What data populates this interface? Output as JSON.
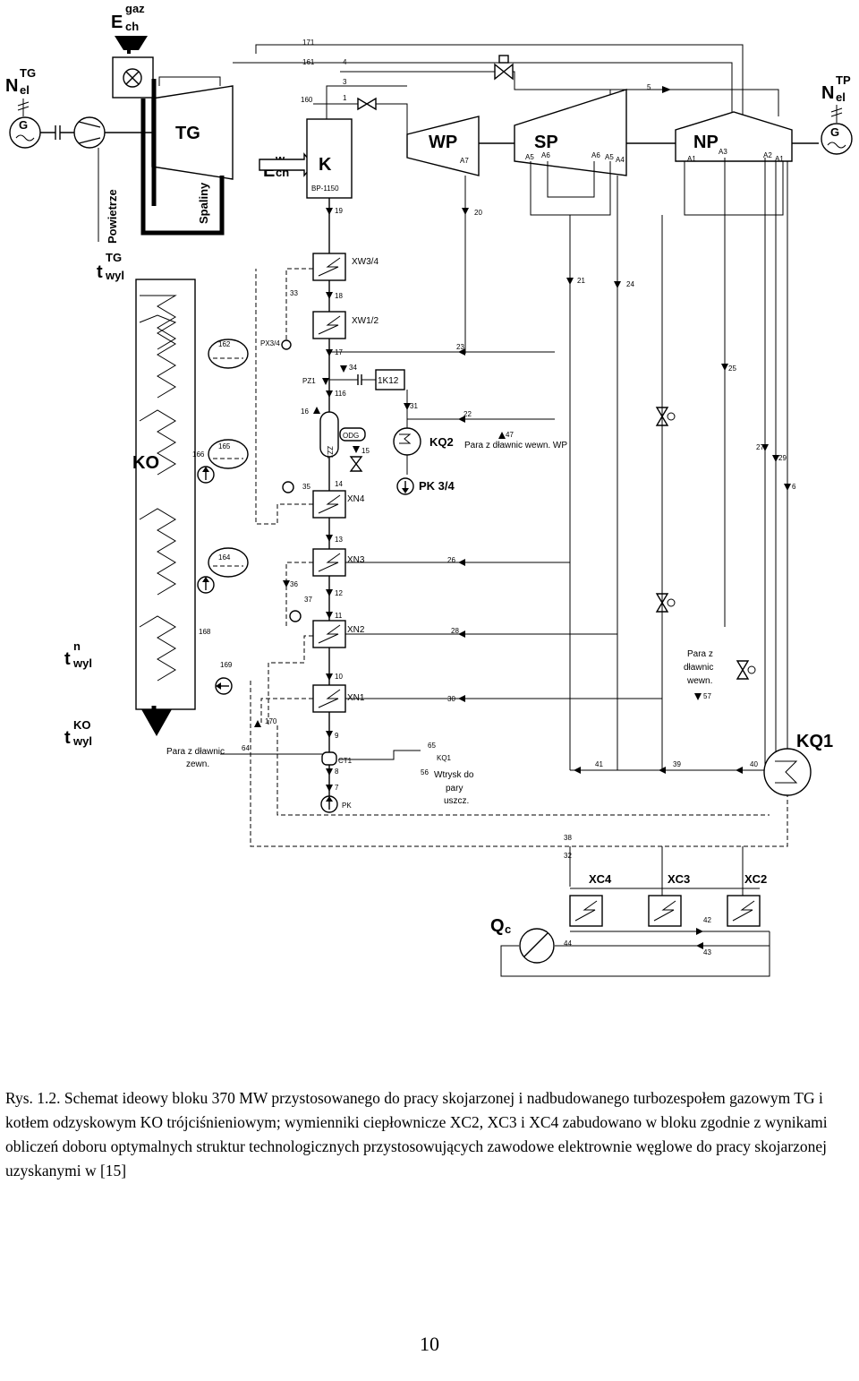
{
  "diagram": {
    "units": {
      "gas_turbine": "TG",
      "hp_turbine": "WP",
      "ip_turbine": "SP",
      "lp_turbine": "NP",
      "boiler": "K",
      "boiler_type": "BP-1150",
      "recovery_boiler": "KO",
      "generator": "G",
      "condenser_kq1": "KQ1",
      "condenser_kq2": "KQ2",
      "condenser_kq1_small": "KQ1"
    },
    "side_labels": {
      "air": "Powietrze",
      "flue_gas": "Spaliny"
    },
    "symbols": {
      "e_gaz_main": "E",
      "e_gaz_sub": "ch",
      "e_gaz_sup": "gaz",
      "e_w_main": "E",
      "e_w_sub": "ch",
      "e_w_sup": "w",
      "n_tg_main": "N",
      "n_tg_sub": "el",
      "n_tg_sup": "TG",
      "n_tp_main": "N",
      "n_tp_sub": "el",
      "n_tp_sup": "TP",
      "t_tg_main": "t",
      "t_tg_sub": "wyl",
      "t_tg_sup": "TG",
      "t_n_main": "t",
      "t_n_sub": "wyl",
      "t_n_sup": "n",
      "t_ko_main": "t",
      "t_ko_sub": "wyl",
      "t_ko_sup": "KO",
      "qc_main": "Q",
      "qc_sub": "c"
    },
    "heaters": {
      "xw34": "XW3/4",
      "xw12": "XW1/2",
      "xn4": "XN4",
      "xn3": "XN3",
      "xn2": "XN2",
      "xn1": "XN1",
      "xc4": "XC4",
      "xc3": "XC3",
      "xc2": "XC2",
      "ct1": "CT1",
      "pk": "PK",
      "pk34": "PK 3/4",
      "odg": "ODG",
      "zz1": "ZZ1",
      "pz1": "PZ1",
      "px34": "PX3/4",
      "k12": "1K12"
    },
    "annotations": {
      "steam_glands_wp": "Para z dławnic wewn. WP",
      "steam_glands_int_1": "Para z",
      "steam_glands_int_2": "dławnic",
      "steam_glands_int_3": "wewn.",
      "steam_glands_ext_1": "Para z dławnic",
      "steam_glands_ext_2": "zewn.",
      "injection_1": "Wtrysk do",
      "injection_2": "pary",
      "injection_3": "uszcz."
    },
    "extractions": {
      "a7": "A7",
      "a5a": "A5",
      "a6a": "A6",
      "a6b": "A6",
      "a5b": "A5",
      "a4": "A4",
      "a1a": "A1",
      "a3": "A3",
      "a2": "A2",
      "a1b": "A1"
    },
    "streams": {
      "s171": "171",
      "s161": "161",
      "s160": "160",
      "s4": "4",
      "s3": "3",
      "s1": "1",
      "s5": "5",
      "s19": "19",
      "s20": "20",
      "s21": "21",
      "s24": "24",
      "s33": "33",
      "s18": "18",
      "s17": "17",
      "s23": "23",
      "s34": "34",
      "s25": "25",
      "s116": "116",
      "s16": "16",
      "s31": "31",
      "s22": "22",
      "s47": "47",
      "s15": "15",
      "s27": "27",
      "s29": "29",
      "s35": "35",
      "s14": "14",
      "s6": "6",
      "s13": "13",
      "s26": "26",
      "s36": "36",
      "s37": "37",
      "s12": "12",
      "s11": "11",
      "s28": "28",
      "s10": "10",
      "s57": "57",
      "s30": "30",
      "s170": "170",
      "s9": "9",
      "s64": "64",
      "s65": "65",
      "s8": "8",
      "s56": "56",
      "s7": "7",
      "s41": "41",
      "s39": "39",
      "s40": "40",
      "s38": "38",
      "s32": "32",
      "s42": "42",
      "s43": "43",
      "s44": "44",
      "s162": "162",
      "s165": "165",
      "s166": "166",
      "s164": "164",
      "s168": "168",
      "s169": "169"
    }
  },
  "caption": "Rys. 1.2. Schemat ideowy bloku 370 MW przystosowanego do pracy skojarzonej i nadbudowanego turbozespołem gazowym TG i kotłem odzyskowym KO trójciśnieniowym; wymienniki ciepłownicze XC2, XC3 i XC4 zabudowano w bloku zgodnie z wynikami obliczeń doboru optymalnych struktur technologicznych przystosowujących zawodowe elektrownie węglowe do pracy skojarzonej uzyskanymi w [15]",
  "page_number": "10"
}
